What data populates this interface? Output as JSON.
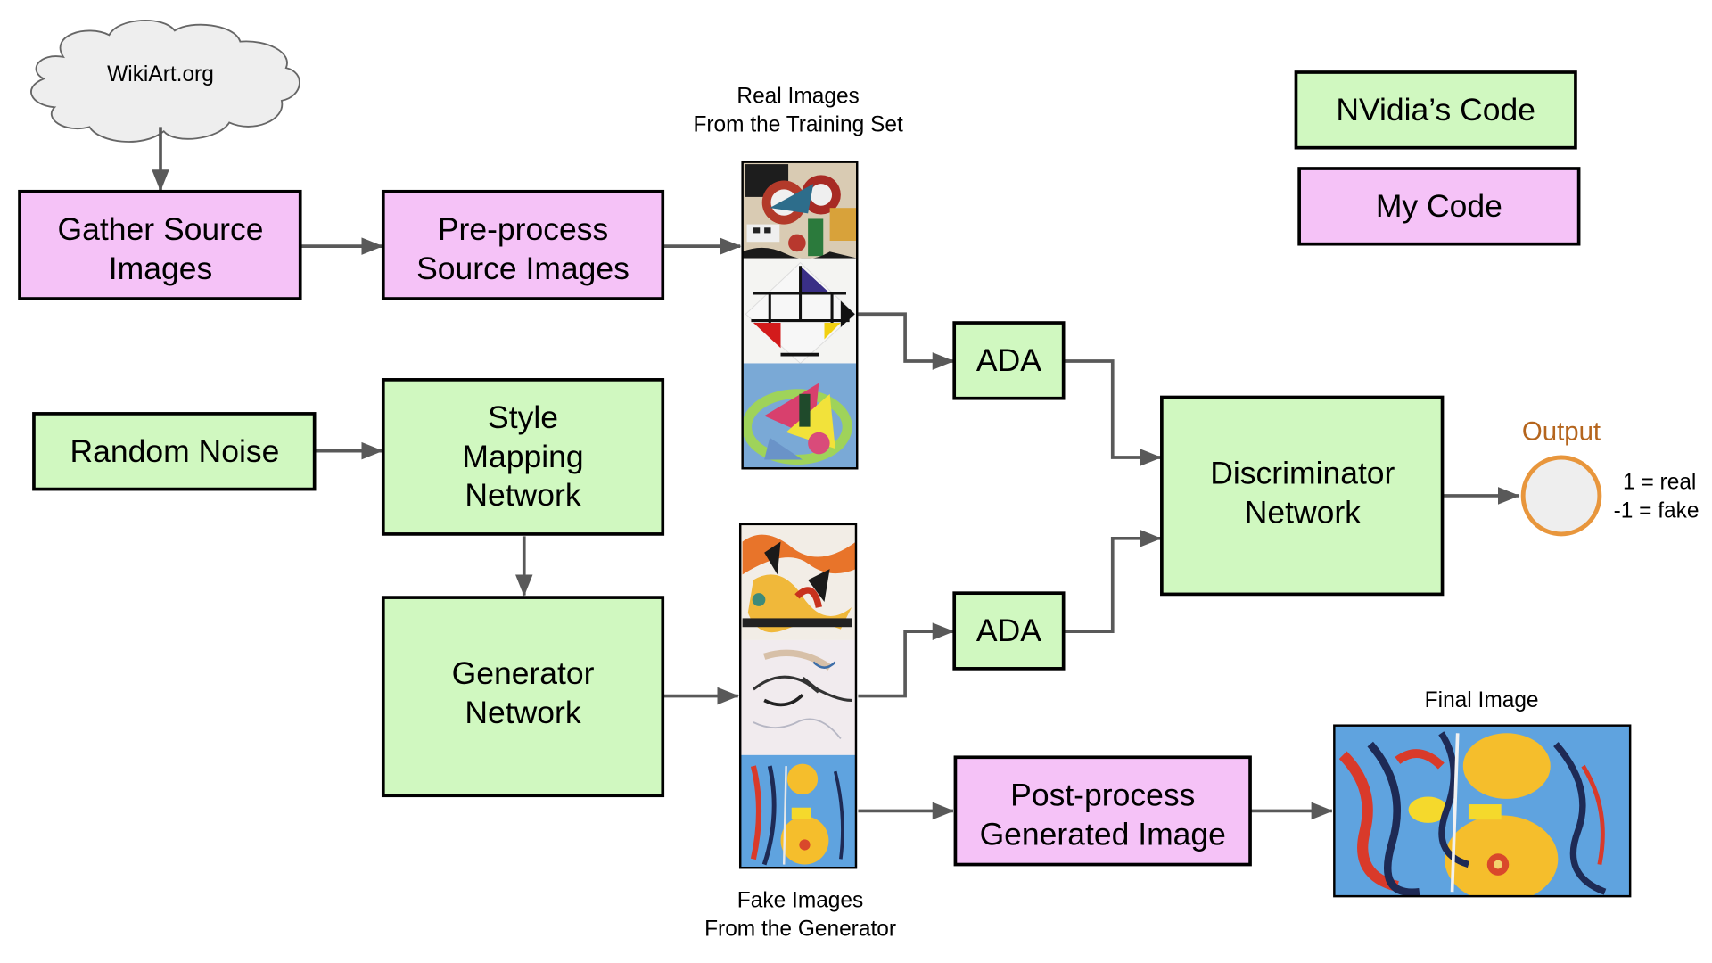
{
  "source": {
    "label": "WikiArt.org"
  },
  "legend": {
    "nvidia": {
      "label": "NVidia’s Code",
      "color": "#d0f8c0"
    },
    "mine": {
      "label": "My Code",
      "color": "#f5c2f7"
    }
  },
  "nodes": {
    "gather": {
      "lines": [
        "Gather Source",
        "Images"
      ],
      "owner": "mine"
    },
    "preprocess": {
      "lines": [
        "Pre-process",
        "Source Images"
      ],
      "owner": "mine"
    },
    "noise": {
      "lines": [
        "Random Noise"
      ],
      "owner": "nvidia"
    },
    "mapping": {
      "lines": [
        "Style",
        "Mapping",
        "Network"
      ],
      "owner": "nvidia"
    },
    "generator": {
      "lines": [
        "Generator",
        "Network"
      ],
      "owner": "nvidia"
    },
    "ada_real": {
      "lines": [
        "ADA"
      ],
      "owner": "nvidia"
    },
    "ada_fake": {
      "lines": [
        "ADA"
      ],
      "owner": "nvidia"
    },
    "discriminator": {
      "lines": [
        "Discriminator",
        "Network"
      ],
      "owner": "nvidia"
    },
    "postprocess": {
      "lines": [
        "Post-process",
        "Generated Image"
      ],
      "owner": "mine"
    }
  },
  "captions": {
    "real": [
      "Real Images",
      "From the Training Set"
    ],
    "fake": [
      "Fake Images",
      "From the Generator"
    ],
    "final": "Final Image"
  },
  "output": {
    "title": "Output",
    "values": [
      "1 = real",
      "-1 = fake"
    ],
    "title_color": "#b5651d",
    "ring_color": "#e8963c"
  },
  "images": {
    "real": [
      "cubist-machine-painting",
      "mondrian-diamond-composition",
      "abstract-blue-yellow-circle"
    ],
    "fake": [
      "generated-orange-abstract",
      "generated-white-sketch",
      "generated-blue-yellow-abstract"
    ],
    "final": "final-blue-yellow-abstract"
  }
}
